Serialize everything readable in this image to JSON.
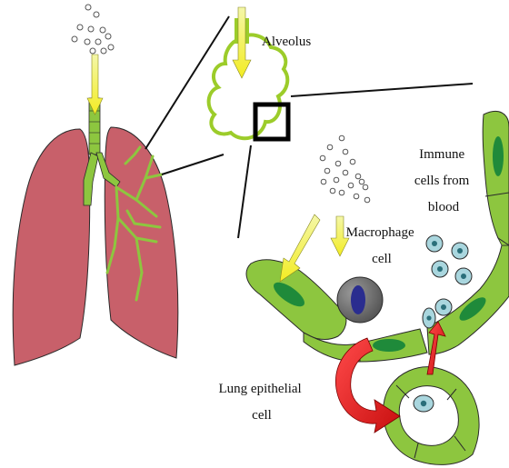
{
  "labels": {
    "alveolus": "Alveolus",
    "immune_line1": "Immune",
    "immune_line2": "cells from",
    "immune_line3": "blood",
    "macrophage_line1": "Macrophage",
    "macrophage_line2": "cell",
    "epithelial_line1": "Lung epithelial",
    "epithelial_line2": "cell"
  },
  "colors": {
    "lung": "#c8606a",
    "airway": "#8dc63f",
    "alveolus_outline": "#9ccc2a",
    "epithelial_fill": "#8dc63f",
    "nucleus": "#1f8a3a",
    "particle_arrow": "#f7f036",
    "migration_arrow": "#e01818",
    "immune_cell": "#a9d6de",
    "macrophage": "#6b6b6b",
    "macrophage_nucleus": "#2a2d8f"
  }
}
